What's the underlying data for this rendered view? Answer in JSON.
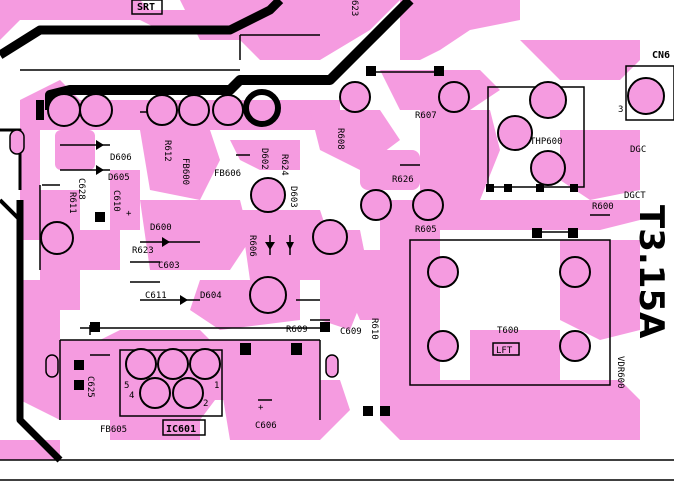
{
  "board": {
    "trace_color": "#f59be0",
    "silk_color": "#000000",
    "background": "#ffffff",
    "fuse_rating": "T3.15A"
  },
  "labels": {
    "srt": "SRT",
    "r623_top": "623",
    "cn": "CN6",
    "r607": "R607",
    "r608": "R608",
    "r612": "R612",
    "fb600": "FB600",
    "d606": "D606",
    "d605": "D605",
    "d602": "D602",
    "r624": "R624",
    "d603": "D603",
    "fb606": "FB606",
    "c628": "C628",
    "r611": "R611",
    "c610": "C610",
    "d600": "D600",
    "r623": "R623",
    "c603": "C603",
    "c611": "C611",
    "d604": "D604",
    "r606": "R606",
    "r626": "R626",
    "r605": "R605",
    "thp600": "THP600",
    "dgc": "DGC",
    "dgct": "DGCT",
    "r600": "R600",
    "r609": "R609",
    "c609": "C609",
    "r610": "R610",
    "t600": "T600",
    "lft": "LFT",
    "vdr600": "VDR600",
    "c625": "C625",
    "ic601": "IC601",
    "fb605": "FB605",
    "c606": "C606",
    "pin1": "1",
    "pin2": "2",
    "pin4": "4",
    "pin5": "5",
    "pin3": "3",
    "plus_c606": "+",
    "plus_c610": "+"
  }
}
